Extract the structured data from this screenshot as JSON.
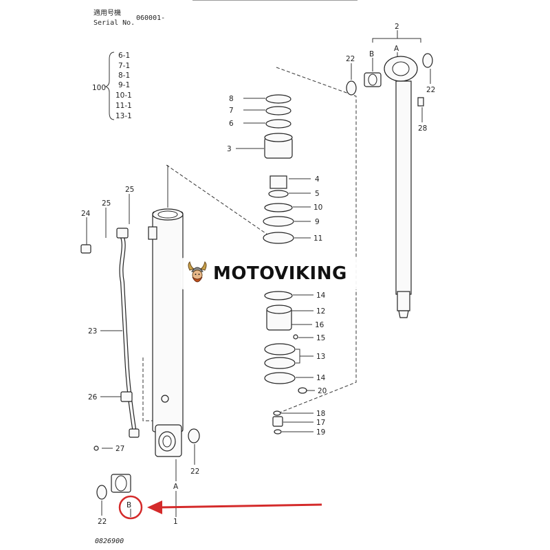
{
  "header": {
    "model_label": "適用号機",
    "serial_label": "Serial No.",
    "serial_value": "060001-"
  },
  "group": {
    "parent": "100",
    "items": [
      "6-1",
      "7-1",
      "8-1",
      "9-1",
      "10-1",
      "11-1",
      "13-1"
    ]
  },
  "callouts": {
    "c1": "1",
    "c2": "2",
    "c3": "3",
    "c4": "4",
    "c5": "5",
    "c6": "6",
    "c7": "7",
    "c8": "8",
    "c9": "9",
    "c10": "10",
    "c11": "11",
    "c12": "12",
    "c13": "13",
    "c14a": "14",
    "c14b": "14",
    "c15": "15",
    "c16": "16",
    "c17": "17",
    "c18": "18",
    "c19": "19",
    "c20": "20",
    "c22a": "22",
    "c22b": "22",
    "c22c": "22",
    "c22d": "22",
    "c23": "23",
    "c24": "24",
    "c25a": "25",
    "c25b": "25",
    "c26": "26",
    "c27": "27",
    "c28": "28",
    "A_top": "A",
    "B_top": "B",
    "A_bottom": "A",
    "B_bottom": "B"
  },
  "drawing_number": "0826900",
  "watermark": {
    "text": "MOTOVIKING"
  },
  "colors": {
    "line": "#222222",
    "highlight": "#d42a2a",
    "background": "#ffffff"
  }
}
